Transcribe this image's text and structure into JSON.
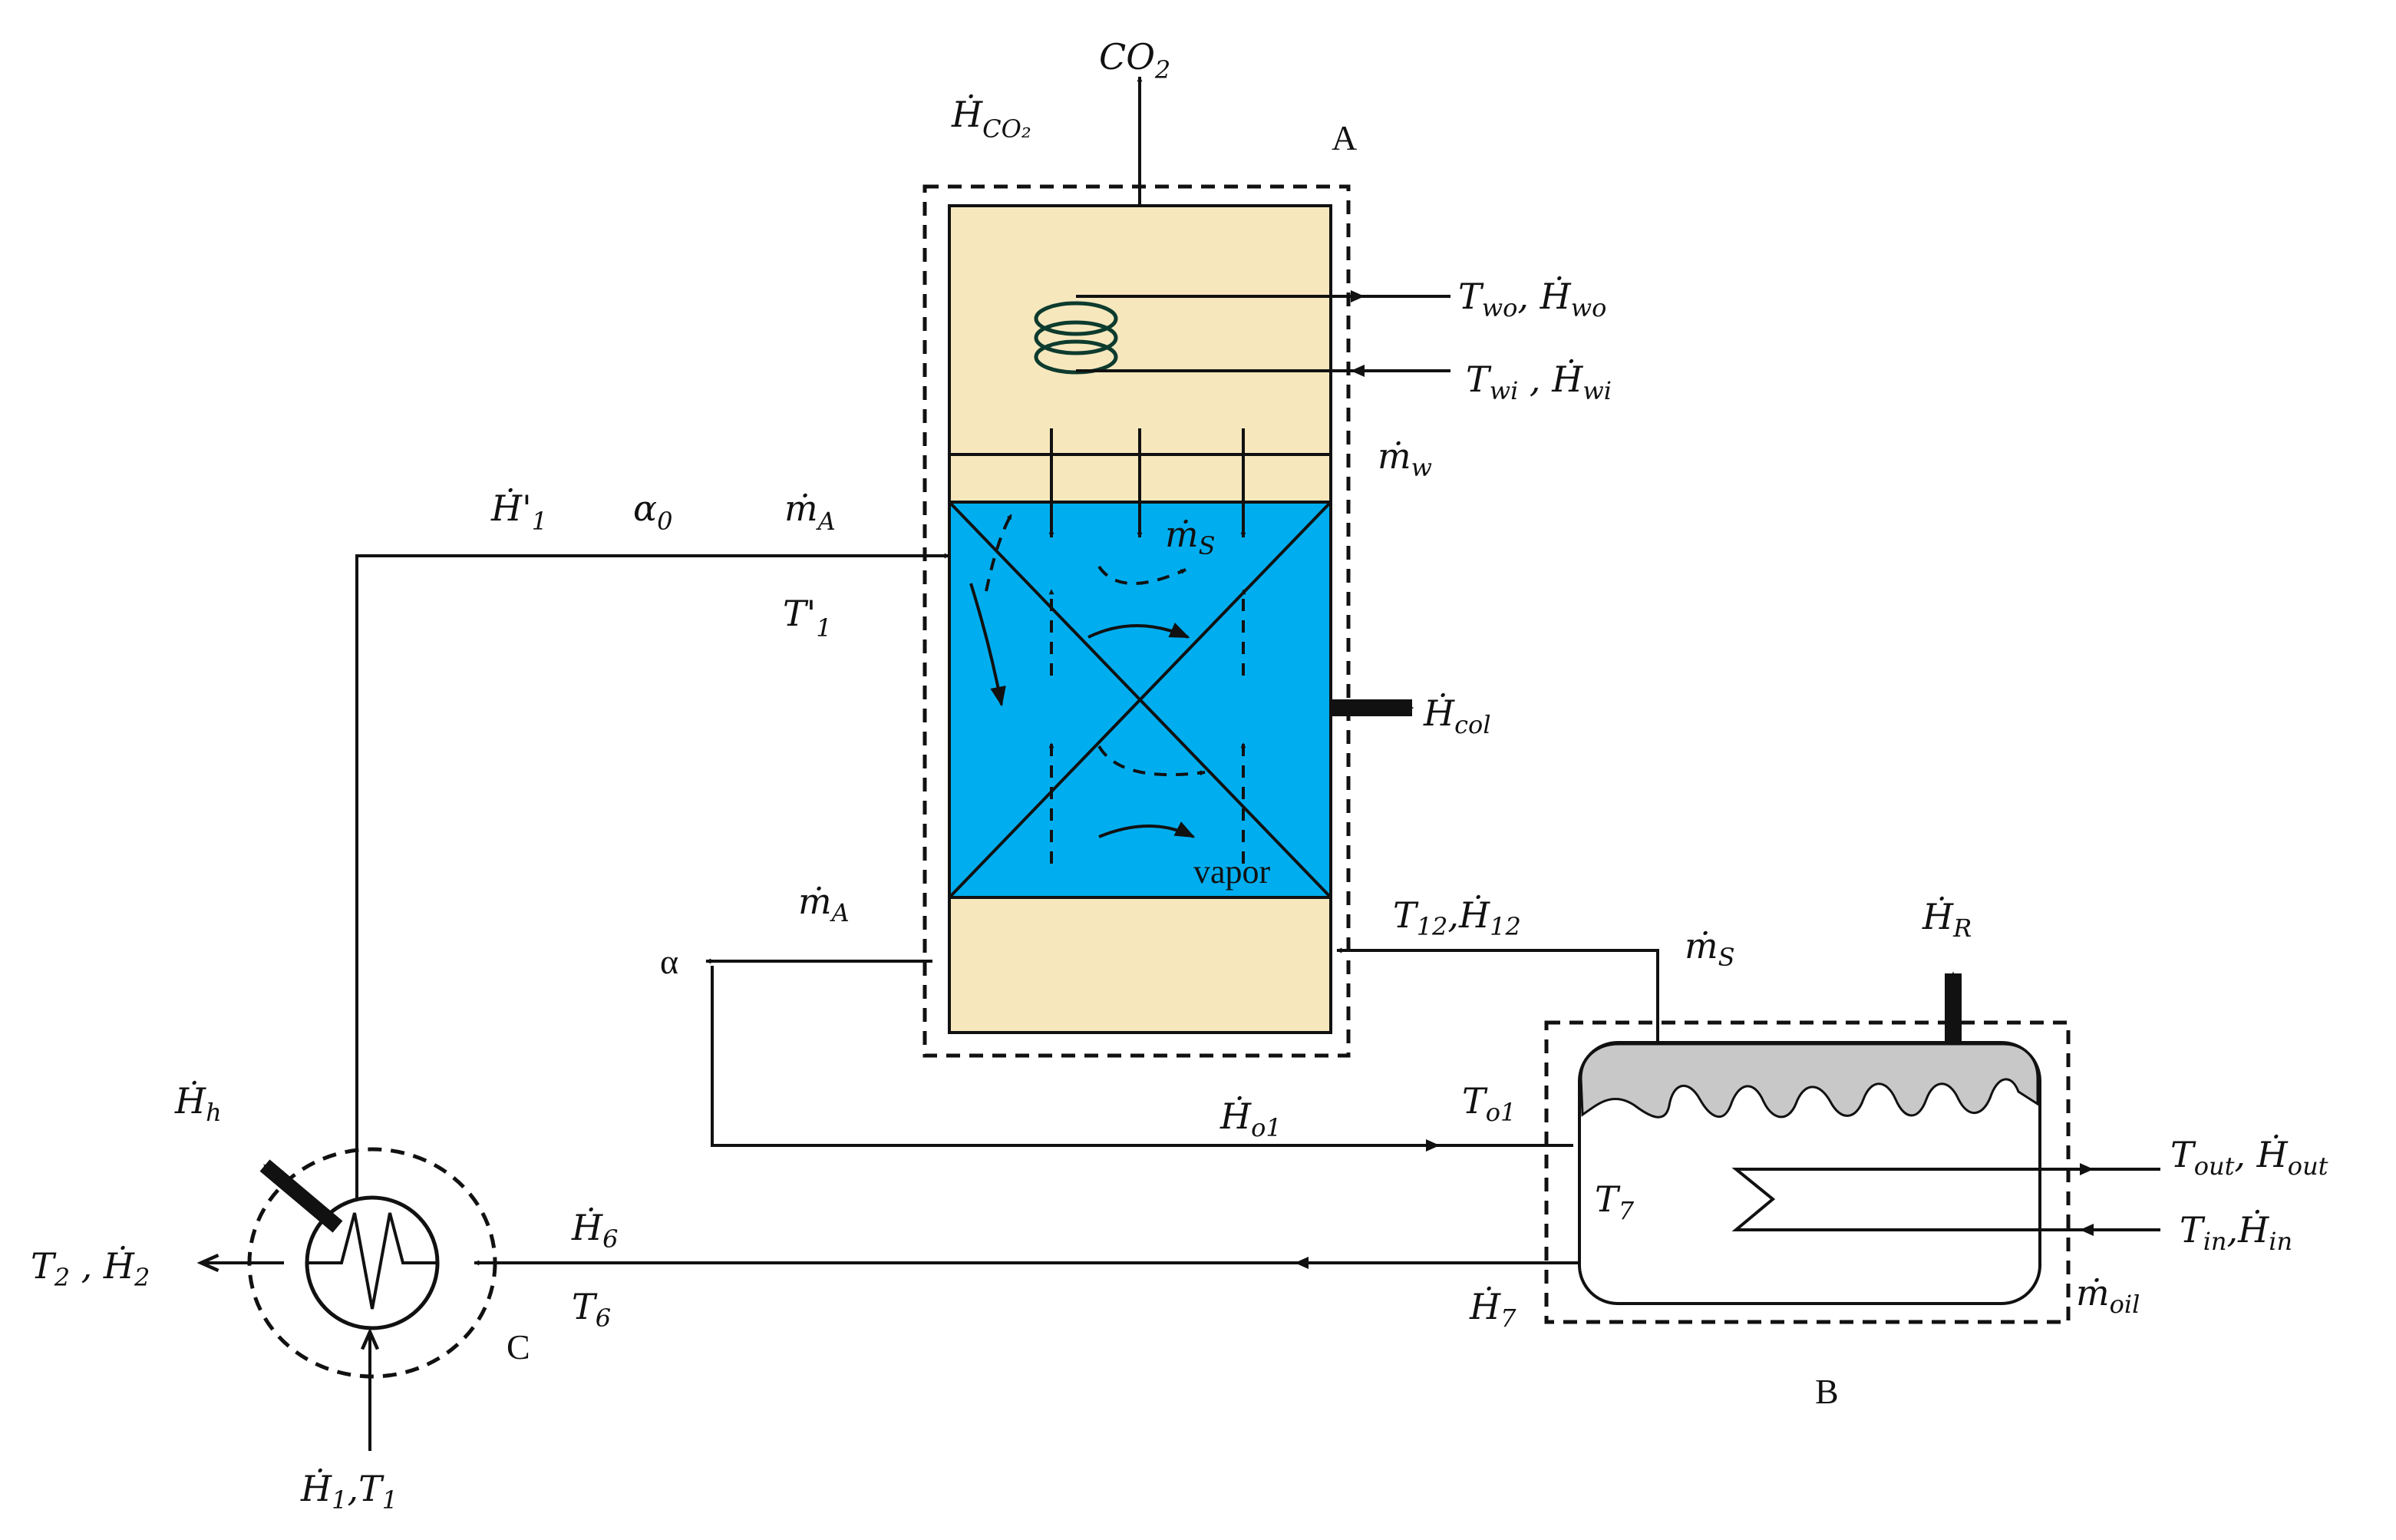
{
  "diagram": {
    "units": {
      "A": {
        "label": "A"
      },
      "B": {
        "label": "B"
      },
      "C": {
        "label": "C"
      }
    },
    "column": {
      "outlet_top": {
        "text": "CO",
        "sub": "2"
      },
      "enthalpy_co2": {
        "text": "Ḣ",
        "sub": "CO₂"
      },
      "water_out": {
        "a": "T",
        "a_sub": "wo",
        "sep": ", ",
        "b": "Ḣ",
        "b_sub": "wo"
      },
      "water_in": {
        "a": "T",
        "a_sub": "wi",
        "sep": " , ",
        "b": "Ḣ",
        "b_sub": "wi"
      },
      "water_flow": {
        "text": "ṁ",
        "sub": "w"
      },
      "packing_flow": {
        "text": "ṁ",
        "sub": "S"
      },
      "heat_loss": {
        "text": "Ḣ",
        "sub": "col"
      },
      "vapor_label": "vapor",
      "colors": {
        "vessel": "#f6e7bd",
        "packing": "#00aeef",
        "stroke": "#111111"
      }
    },
    "feed_line": {
      "enthalpy": {
        "text": "Ḣ'",
        "sub": "1"
      },
      "alpha0": {
        "text": "α",
        "sub": "0"
      },
      "mass_in": {
        "text": "ṁ",
        "sub": "A"
      },
      "temp": {
        "text": "T'",
        "sub": "1"
      }
    },
    "lean_line": {
      "mass_out": {
        "text": "ṁ",
        "sub": "A"
      },
      "alpha": "α",
      "enthalpy_o1": {
        "text": "Ḣ",
        "sub": "o1"
      },
      "temp_o1": {
        "text": "T",
        "sub": "o1"
      }
    },
    "reboiler": {
      "return": {
        "a": "T",
        "a_sub": "12",
        "sep": ",",
        "b": "Ḣ",
        "b_sub": "12"
      },
      "steam_flow": {
        "text": "ṁ",
        "sub": "S"
      },
      "heat_r": {
        "text": "Ḣ",
        "sub": "R"
      },
      "temp": {
        "text": "T",
        "sub": "7"
      },
      "oil_out": {
        "a": "T",
        "a_sub": "out",
        "sep": ", ",
        "b": "Ḣ",
        "b_sub": "out"
      },
      "oil_in": {
        "a": "T",
        "a_sub": "in",
        "sep": ",",
        "b": "Ḣ",
        "b_sub": "in"
      },
      "oil_flow": {
        "text": "ṁ",
        "sub": "oil"
      },
      "enthalpy_7": {
        "text": "Ḣ",
        "sub": "7"
      },
      "colors": {
        "liquid_surface": "#c8c8c8"
      }
    },
    "exchanger": {
      "enthalpy_6": {
        "text": "Ḣ",
        "sub": "6"
      },
      "temp_6": {
        "text": "T",
        "sub": "6"
      },
      "heat_h": {
        "text": "Ḣ",
        "sub": "h"
      },
      "out": {
        "a": "T",
        "a_sub": "2",
        "sep": " , ",
        "b": "Ḣ",
        "b_sub": "2"
      },
      "in": {
        "a": "Ḣ",
        "a_sub": "1",
        "sep": ",",
        "b": "T",
        "b_sub": "1"
      }
    }
  }
}
